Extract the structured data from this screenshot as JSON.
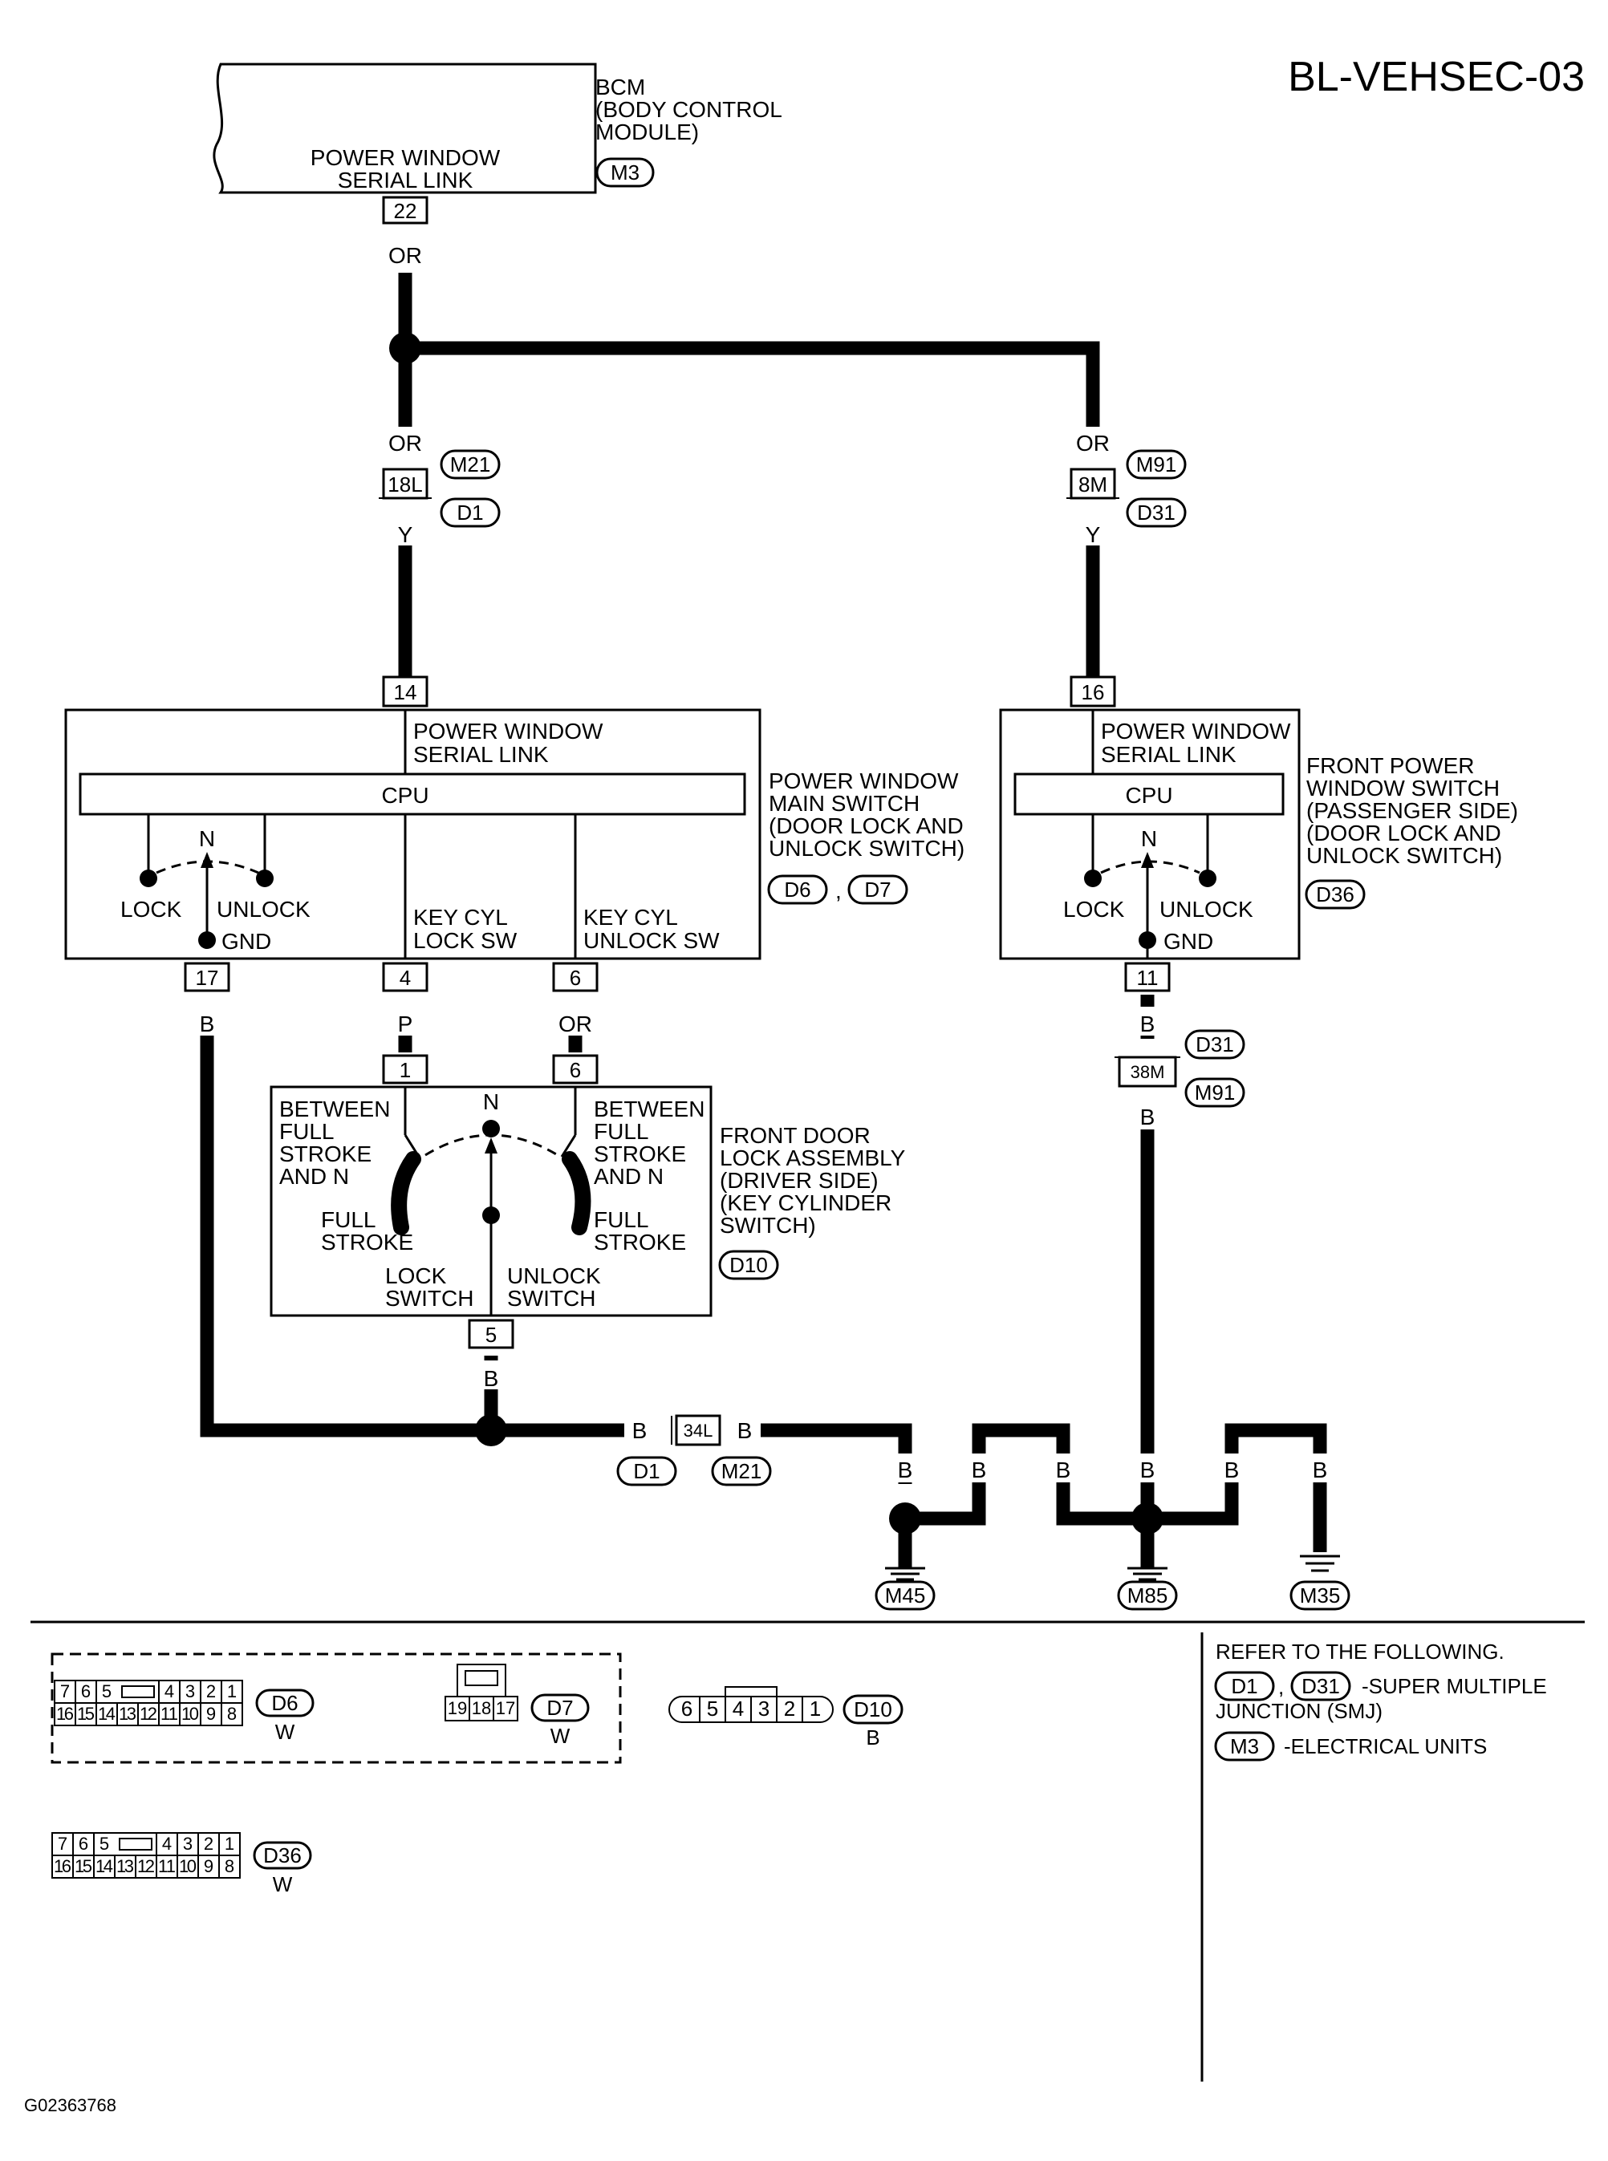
{
  "title": "BL-VEHSEC-03",
  "figure_id": "G02363768",
  "bcm": {
    "lines": [
      "BCM",
      "(BODY CONTROL",
      " MODULE)"
    ],
    "label": [
      "POWER WINDOW",
      "SERIAL LINK"
    ],
    "connector": "M3",
    "pin": "22"
  },
  "wires": {
    "or": "OR",
    "y": "Y",
    "b": "B",
    "p": "P"
  },
  "junction_left": {
    "pin": "18L",
    "upper": "M21",
    "lower": "D1"
  },
  "junction_right": {
    "pin": "8M",
    "upper": "M91",
    "lower": "D31"
  },
  "main_switch": {
    "pin_top": "14",
    "serial": [
      "POWER WINDOW",
      "SERIAL LINK"
    ],
    "cpu": "CPU",
    "n": "N",
    "lock": "LOCK",
    "unlock": "UNLOCK",
    "gnd": "GND",
    "key_lock": [
      "KEY CYL",
      "LOCK SW"
    ],
    "key_unlock": [
      "KEY CYL",
      "UNLOCK SW"
    ],
    "pins": [
      "17",
      "4",
      "6"
    ],
    "name": [
      "POWER WINDOW",
      "MAIN SWITCH",
      "(DOOR LOCK AND",
      " UNLOCK SWITCH)"
    ],
    "connectors": [
      "D6",
      "D7"
    ],
    "sep": ","
  },
  "pass_switch": {
    "pin_top": "16",
    "serial": [
      "POWER WINDOW",
      "SERIAL LINK"
    ],
    "cpu": "CPU",
    "n": "N",
    "lock": "LOCK",
    "unlock": "UNLOCK",
    "gnd": "GND",
    "pin_bottom": "11",
    "name": [
      "FRONT POWER",
      "WINDOW SWITCH",
      "(PASSENGER SIDE)",
      "(DOOR LOCK AND",
      " UNLOCK SWITCH)"
    ],
    "connector": "D36"
  },
  "junction_right_low": {
    "pin": "38M",
    "upper": "D31",
    "lower": "M91"
  },
  "door_lock": {
    "pins": [
      "1",
      "6"
    ],
    "pin_bottom": "5",
    "n": "N",
    "between_left": [
      "BETWEEN",
      "FULL",
      "STROKE",
      "AND N"
    ],
    "between_right": [
      "BETWEEN",
      "FULL",
      "STROKE",
      "AND N"
    ],
    "full_left": [
      "FULL",
      "STROKE"
    ],
    "full_right": [
      "FULL",
      "STROKE"
    ],
    "lock_sw": [
      "LOCK",
      "SWITCH"
    ],
    "unlock_sw": [
      "UNLOCK",
      "SWITCH"
    ],
    "name": [
      "FRONT DOOR",
      "LOCK ASSEMBLY",
      "(DRIVER SIDE)",
      "(KEY CYLINDER",
      " SWITCH)"
    ],
    "connector": "D10"
  },
  "junction_bottom": {
    "pin": "34L",
    "left": "D1",
    "right": "M21"
  },
  "grounds": [
    "M45",
    "M85",
    "M35"
  ],
  "connector_views": {
    "d6": {
      "top": [
        "7",
        "6",
        "5",
        "4",
        "3",
        "2",
        "1"
      ],
      "bottom": [
        "16",
        "15",
        "14",
        "13",
        "12",
        "11",
        "10",
        "9",
        "8"
      ],
      "id": "D6",
      "color": "W"
    },
    "d7": {
      "pins": [
        "19",
        "18",
        "17"
      ],
      "id": "D7",
      "color": "W"
    },
    "d10": {
      "pins": [
        "6",
        "5",
        "4",
        "3",
        "2",
        "1"
      ],
      "id": "D10",
      "color": "B"
    },
    "d36": {
      "top": [
        "7",
        "6",
        "5",
        "4",
        "3",
        "2",
        "1"
      ],
      "bottom": [
        "16",
        "15",
        "14",
        "13",
        "12",
        "11",
        "10",
        "9",
        "8"
      ],
      "id": "D36",
      "color": "W"
    }
  },
  "refer": {
    "heading": "REFER TO THE FOLLOWING.",
    "smj_ids": [
      "D1",
      "D31"
    ],
    "smj_sep": ",",
    "smj_text": [
      "-SUPER MULTIPLE",
      "JUNCTION (SMJ)"
    ],
    "eu_id": "M3",
    "eu_text": "-ELECTRICAL UNITS"
  }
}
